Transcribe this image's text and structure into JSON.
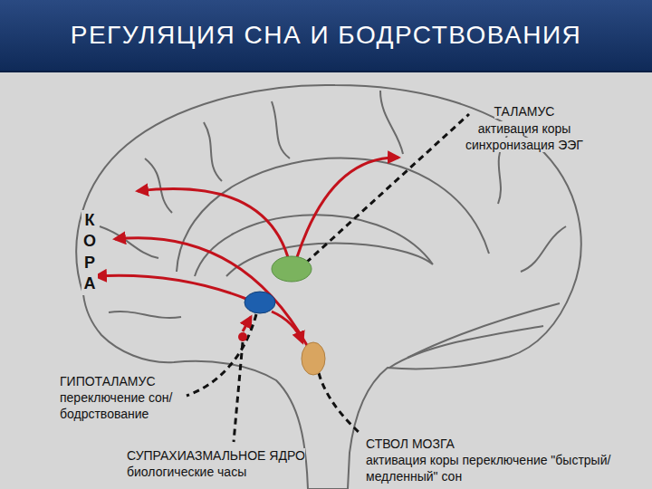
{
  "diagram": {
    "title": "РЕГУЛЯЦИЯ СНА И БОДРСТВОВАНИЯ",
    "labels": [
      "ТАЛАМУС",
      "активация коры синхронизация ЭЭГ",
      "КОРА",
      "ГИПОТАЛАМУС",
      "переключение сон/бодрствование",
      "СУПРАХИАЗМАЛЬНОЕ ЯДРО",
      "биологические часы",
      "СТВОЛ МОЗГА",
      "активация коры переключение \"быстрый/медленный\" сон"
    ]
  }
}
